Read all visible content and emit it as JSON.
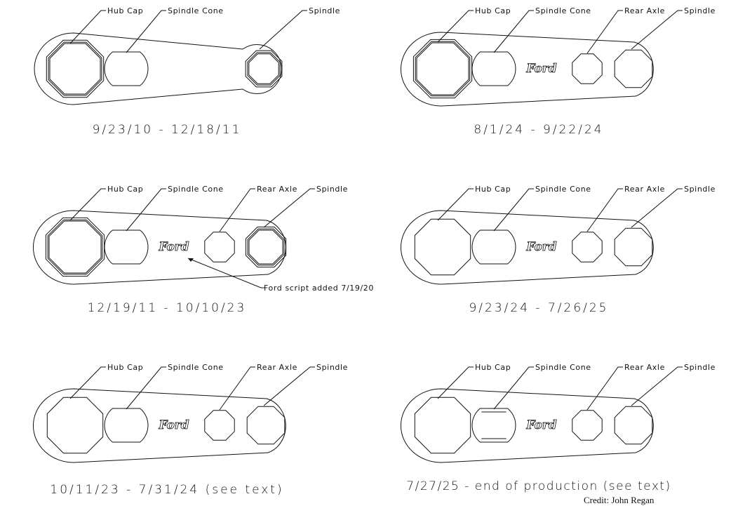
{
  "panels": [
    {
      "date": "9/23/10 - 12/18/11",
      "labels": {
        "hub_cap": "Hub Cap",
        "spindle_cone": "Spindle Cone",
        "spindle": "Spindle"
      },
      "ford_script": false,
      "style": "early"
    },
    {
      "date": "8/1/24 - 9/22/24",
      "labels": {
        "hub_cap": "Hub Cap",
        "spindle_cone": "Spindle Cone",
        "rear_axle": "Rear Axle",
        "spindle": "Spindle"
      },
      "ford_script": true,
      "ford_text": "Ford",
      "style": "hub-double"
    },
    {
      "date": "12/19/11 - 10/10/23",
      "labels": {
        "hub_cap": "Hub Cap",
        "spindle_cone": "Spindle Cone",
        "rear_axle": "Rear Axle",
        "spindle": "Spindle"
      },
      "ford_script": true,
      "ford_text": "Ford",
      "style": "hub-spindle-double",
      "note": "Ford script added 7/19/20"
    },
    {
      "date": "9/23/24 - 7/26/25",
      "labels": {
        "hub_cap": "Hub Cap",
        "spindle_cone": "Spindle Cone",
        "rear_axle": "Rear Axle",
        "spindle": "Spindle"
      },
      "ford_script": true,
      "ford_text": "Ford",
      "style": "single"
    },
    {
      "date": "10/11/23 - 7/31/24 (see text)",
      "labels": {
        "hub_cap": "Hub Cap",
        "spindle_cone": "Spindle Cone",
        "rear_axle": "Rear Axle",
        "spindle": "Spindle"
      },
      "ford_script": true,
      "ford_text": "Ford",
      "style": "single"
    },
    {
      "date": "7/27/25 - end of production (see text)",
      "labels": {
        "hub_cap": "Hub Cap",
        "spindle_cone": "Spindle Cone",
        "rear_axle": "Rear Axle",
        "spindle": "Spindle"
      },
      "ford_script": true,
      "ford_text": "Ford",
      "style": "cone-flats"
    }
  ],
  "credit": "Credit: John Regan"
}
